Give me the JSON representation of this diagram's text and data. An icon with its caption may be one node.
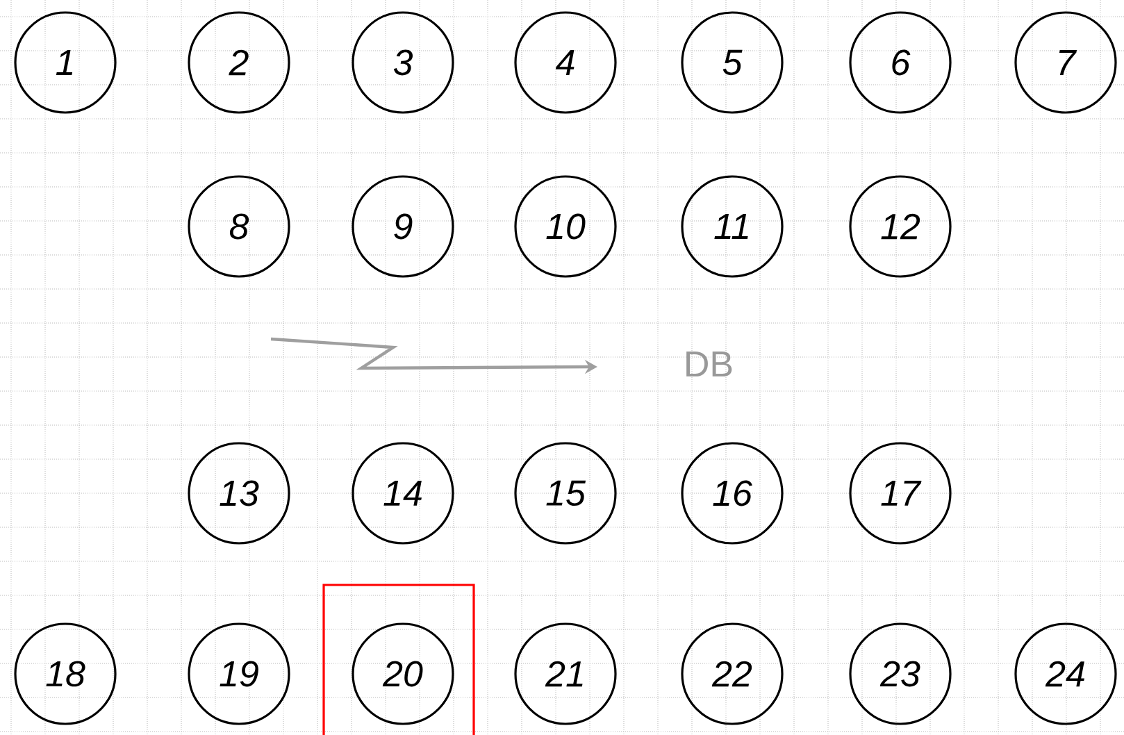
{
  "diagram": {
    "nodes": [
      {
        "text": [
          "1"
        ]
      },
      {
        "text": [
          "2"
        ]
      },
      {
        "text": [
          "3"
        ]
      },
      {
        "text": [
          "4"
        ]
      },
      {
        "text": [
          "5"
        ]
      },
      {
        "text": [
          "6"
        ]
      },
      {
        "text": [
          "7"
        ]
      },
      {
        "text": [
          "8"
        ]
      },
      {
        "text": [
          "9"
        ]
      },
      {
        "text": [
          "10"
        ]
      },
      {
        "text": [
          "11"
        ]
      },
      {
        "text": [
          "12"
        ]
      },
      {
        "text": [
          "13"
        ]
      },
      {
        "text": [
          "14"
        ]
      },
      {
        "text": [
          "15"
        ]
      },
      {
        "text": [
          "16"
        ]
      },
      {
        "text": [
          "17"
        ]
      },
      {
        "text": [
          "18"
        ]
      },
      {
        "text": [
          "19"
        ]
      },
      {
        "text": [
          "20"
        ]
      },
      {
        "text": [
          "21"
        ]
      },
      {
        "text": [
          "22"
        ]
      },
      {
        "text": [
          "23"
        ]
      },
      {
        "text": [
          "24"
        ]
      }
    ],
    "labels": [
      "DB"
    ]
  }
}
